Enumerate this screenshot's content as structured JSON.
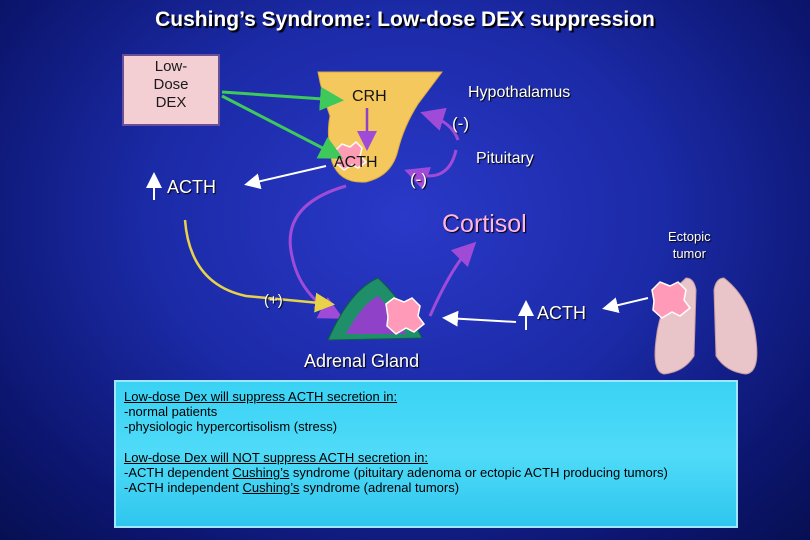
{
  "title": "Cushing’s Syndrome: Low-dose DEX suppression",
  "dex_box": {
    "line1": "Low-",
    "line2": "Dose",
    "line3": "DEX"
  },
  "labels": {
    "crh": "CRH",
    "acth_pituitary": "ACTH",
    "hypothalamus": "Hypothalamus",
    "neg_feedback_1": "(-)",
    "pituitary": "Pituitary",
    "neg_feedback_2": "(-)",
    "acth_left": "ACTH",
    "cortisol": "Cortisol",
    "ectopic_line1": "Ectopic",
    "ectopic_line2": "tumor",
    "plus": "(+)",
    "acth_right": "ACTH",
    "adrenal": "Adrenal Gland"
  },
  "info": {
    "suppress_heading": "Low-dose Dex will suppress ACTH secretion in:",
    "suppress_items": [
      "-normal patients",
      "-physiologic hypercortisolism (stress)"
    ],
    "not_suppress_heading": "Low-dose Dex will NOT suppress ACTH secretion in:",
    "item1_pre": "-ACTH dependent ",
    "item1_term": "Cushing’s",
    "item1_post": " syndrome (pituitary adenoma or ectopic ACTH producing tumors)",
    "item2_pre": "-ACTH independent ",
    "item2_term": "Cushing’s",
    "item2_post": " syndrome (adrenal tumors)"
  },
  "colors": {
    "background": "#1b2aa6",
    "hypothalamus_fill": "#f4c85c",
    "feedback_arrow": "#a04bd8",
    "dex_arrow": "#3ec95a",
    "cortisol_text": "#ffb6e6",
    "adrenal_outer": "#1f8f6a",
    "adrenal_inner": "#8f42c8",
    "tumor": "#ff9ab8",
    "lung": "#e9c4c8",
    "info_bg": "#4fdbf8"
  }
}
